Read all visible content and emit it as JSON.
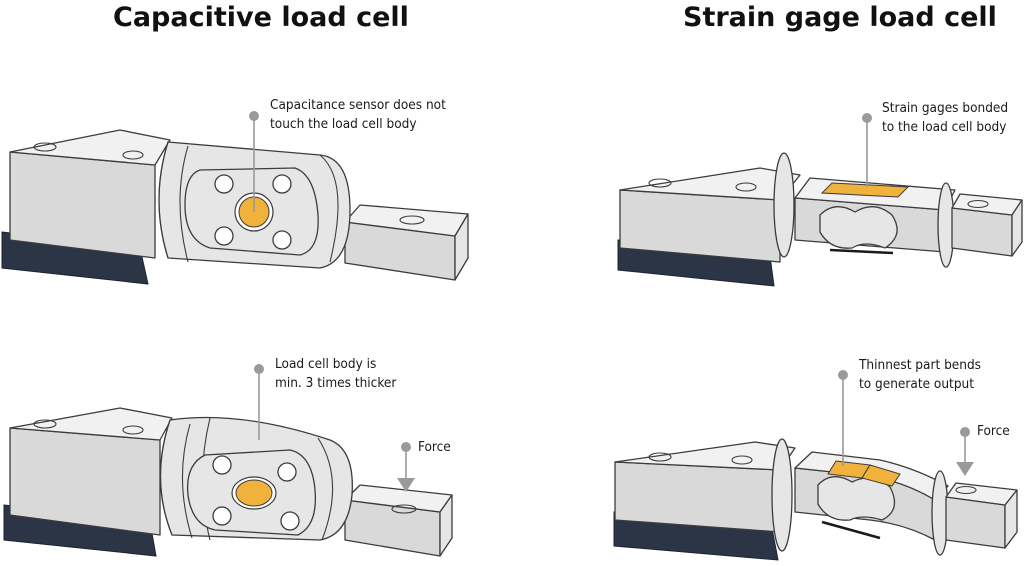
{
  "titles": {
    "left": "Capacitive load cell",
    "right": "Strain gage load cell"
  },
  "annotations": {
    "cap_top": [
      "Capacitance sensor does not",
      "touch the load cell body"
    ],
    "cap_bottom": [
      "Load cell body is",
      "min. 3 times thicker"
    ],
    "cap_force": "Force",
    "sg_top": [
      "Strain gages bonded",
      "to the load cell body"
    ],
    "sg_bottom": [
      "Thinnest part bends",
      "to generate output"
    ],
    "sg_force": "Force"
  },
  "colors": {
    "body_fill": "#e6e6e6",
    "outline": "#3c3c3c",
    "base_block": "#2b3546",
    "sensor": "#f0b23a",
    "gage": "#f0b23a",
    "pointer_dot": "#9a9a9a"
  }
}
